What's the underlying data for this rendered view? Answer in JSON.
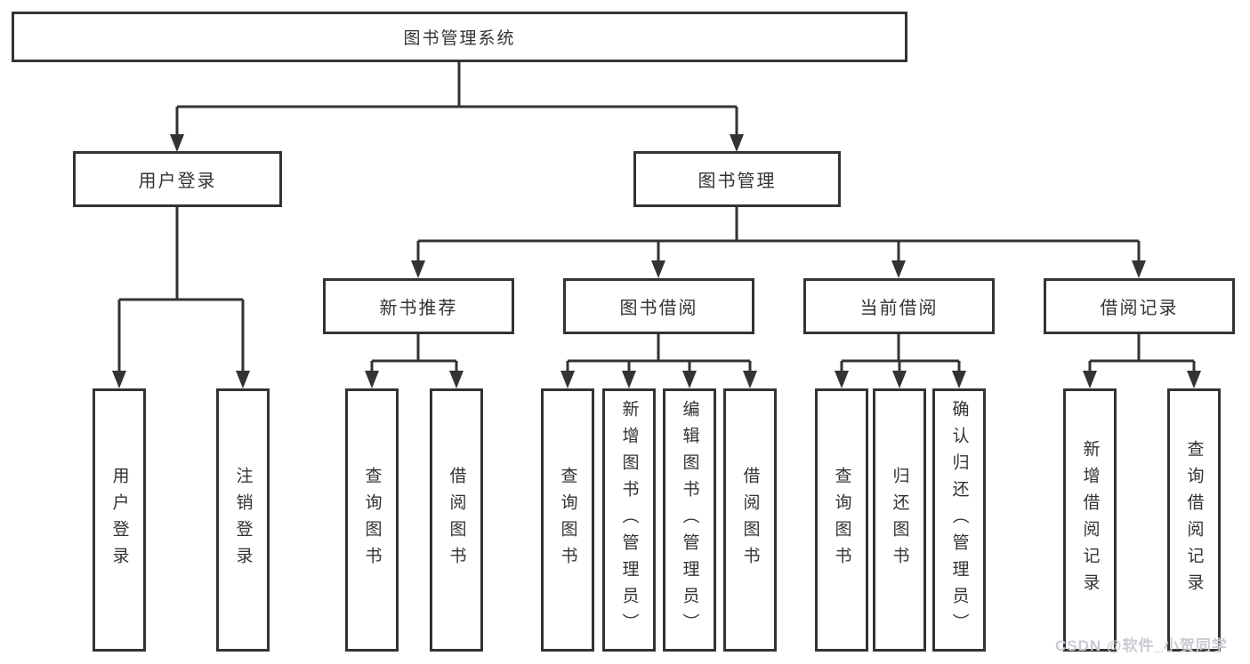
{
  "diagram": {
    "root": {
      "label": "图书管理系统"
    },
    "branches": [
      {
        "label": "用户登录",
        "leaves": [
          {
            "label": "用户登录"
          },
          {
            "label": "注销登录"
          }
        ]
      },
      {
        "label": "图书管理",
        "groups": [
          {
            "label": "新书推荐",
            "leaves": [
              {
                "label": "查询图书"
              },
              {
                "label": "借阅图书"
              }
            ]
          },
          {
            "label": "图书借阅",
            "leaves": [
              {
                "label": "查询图书"
              },
              {
                "label": "新增图书（管理员）"
              },
              {
                "label": "编辑图书（管理员）"
              },
              {
                "label": "借阅图书"
              }
            ]
          },
          {
            "label": "当前借阅",
            "leaves": [
              {
                "label": "查询图书"
              },
              {
                "label": "归还图书"
              },
              {
                "label": "确认归还（管理员）"
              }
            ]
          },
          {
            "label": "借阅记录",
            "leaves": [
              {
                "label": "新增借阅记录"
              },
              {
                "label": "查询借阅记录"
              }
            ]
          }
        ]
      }
    ]
  },
  "watermark": {
    "text": "CSDN @软件_小贺同学",
    "color": "#c8cbd1"
  },
  "colors": {
    "line": "#333333",
    "text": "#333333",
    "background": "#ffffff"
  }
}
